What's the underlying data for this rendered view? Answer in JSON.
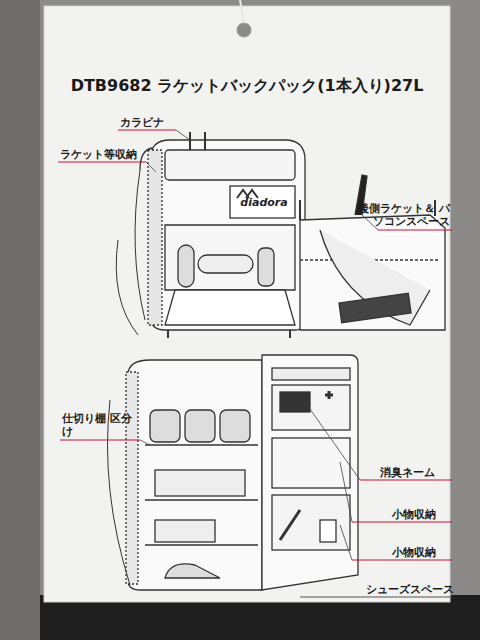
{
  "diagram": {
    "title": "DTB9682 ラケットバックパック(1本入り)27L",
    "labels": [
      "カラビナ",
      "ラケット等収納",
      "diadora",
      "後側ラケット＆ パソコンスペース",
      "仕切り棚 区分け",
      "消臭ネーム",
      "小物収納",
      "小物収納",
      "シューズスペース"
    ]
  }
}
